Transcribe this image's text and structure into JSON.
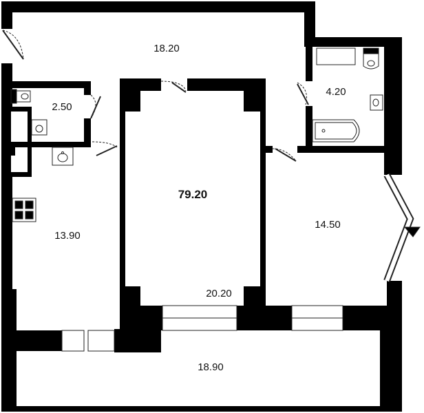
{
  "plan": {
    "total_area": "79.20",
    "rooms": {
      "corridor": "18.20",
      "toilet": "2.50",
      "bathroom": "4.20",
      "kitchen": "13.90",
      "living_room": "20.20",
      "bedroom": "14.50",
      "balcony": "18.90"
    }
  },
  "colors": {
    "wall": "#000000",
    "background": "#ffffff",
    "fixture_stroke": "#222222"
  },
  "icons": [
    "stove-icon",
    "sink-icon",
    "toilet-icon",
    "bathtub-icon",
    "door-swing-icon",
    "window-icon"
  ]
}
